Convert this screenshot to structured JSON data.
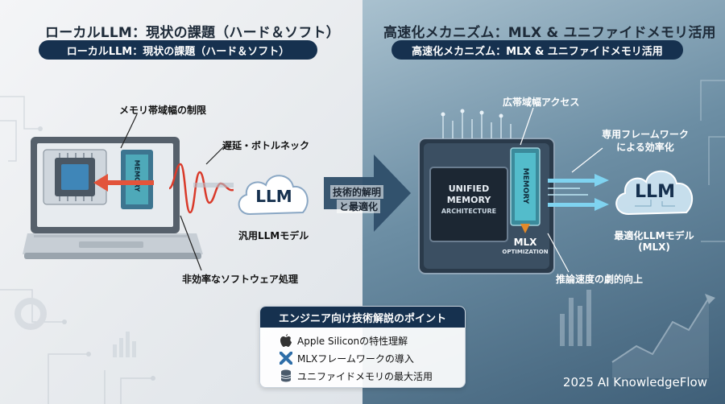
{
  "left": {
    "title": "ローカルLLM：現状の課題（ハード＆ソフト）",
    "pill": "ローカルLLM：現状の課題（ハード＆ソフト）",
    "labels": {
      "memory_limit": "メモリ帯域幅の制限",
      "latency": "遅延・ボトルネック",
      "generic_model": "汎用LLMモデル",
      "inefficient": "非効率なソフトウェア処理"
    },
    "cloud_text": "LLM",
    "memory_chip": "MEMORY"
  },
  "center": {
    "arrow_text_line1": "技術的解明",
    "arrow_text_line2": "と最適化"
  },
  "right": {
    "title": "高速化メカニズム：MLX & ユニファイドメモリ活用",
    "pill": "高速化メカニズム：MLX & ユニファイドメモリ活用",
    "labels": {
      "bandwidth": "広帯域幅アクセス",
      "framework_line1": "専用フレームワーク",
      "framework_line2": "による効率化",
      "optimized_line1": "最適化LLMモデル",
      "optimized_line2": "(MLX)",
      "speedup": "推論速度の劇的向上"
    },
    "chip": {
      "line1": "UNIFIED",
      "line2": "MEMORY",
      "line3": "ARCHITECTURE"
    },
    "memory_chip": "MEMORY",
    "mlx": "MLX",
    "mlx_sub": "OPTIMIZATION",
    "cloud_text": "LLM"
  },
  "info": {
    "title": "エンジニア向け技術解説のポイント",
    "items": [
      {
        "icon": "apple-icon",
        "text": "Apple Siliconの特性理解"
      },
      {
        "icon": "mlx-x-icon",
        "text": "MLXフレームワークの導入"
      },
      {
        "icon": "database-icon",
        "text": "ユニファイドメモリの最大活用"
      }
    ]
  },
  "footer": "2025 AI KnowledgeFlow"
}
